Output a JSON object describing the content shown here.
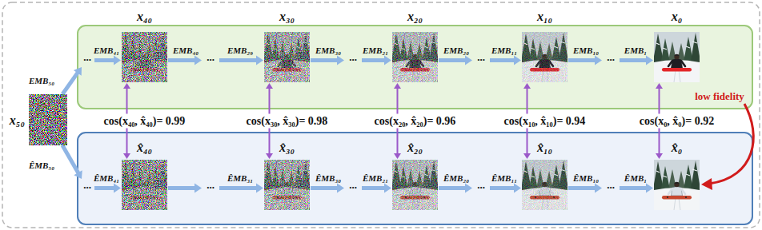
{
  "diagram": {
    "nodes": [
      {
        "text": [
          "x₅₀"
        ]
      },
      {
        "text": [
          "x₄₀"
        ]
      },
      {
        "text": [
          "x₃₀"
        ]
      },
      {
        "text": [
          "x₂₀"
        ]
      },
      {
        "text": [
          "x₁₀"
        ]
      },
      {
        "text": [
          "x₀"
        ]
      },
      {
        "text": [
          "x̂₄₀"
        ]
      },
      {
        "text": [
          "x̂₃₀"
        ]
      },
      {
        "text": [
          "x̂₂₀"
        ]
      },
      {
        "text": [
          "x̂₁₀"
        ]
      },
      {
        "text": [
          "x̂₀"
        ]
      }
    ],
    "edges": [
      {
        "from": 0,
        "to": 1,
        "arrow": "to"
      },
      {
        "from": 1,
        "to": 2,
        "arrow": "to"
      },
      {
        "from": 2,
        "to": 3,
        "arrow": "to"
      },
      {
        "from": 3,
        "to": 4,
        "arrow": "to"
      },
      {
        "from": 4,
        "to": 5,
        "arrow": "to"
      },
      {
        "from": 0,
        "to": 6,
        "arrow": "to"
      },
      {
        "from": 6,
        "to": 7,
        "arrow": "to"
      },
      {
        "from": 7,
        "to": 8,
        "arrow": "to"
      },
      {
        "from": 8,
        "to": 9,
        "arrow": "to"
      },
      {
        "from": 9,
        "to": 10,
        "arrow": "to"
      },
      {
        "from": 1,
        "to": 6,
        "arrow": "both",
        "label": "cos(x₄₀, x̂₄₀)= 0.99"
      },
      {
        "from": 2,
        "to": 7,
        "arrow": "both",
        "label": "cos(x₃₀, x̂₃₀)= 0.98"
      },
      {
        "from": 3,
        "to": 8,
        "arrow": "both",
        "label": "cos(x₂₀, x̂₂₀)= 0.96"
      },
      {
        "from": 4,
        "to": 9,
        "arrow": "both",
        "label": "cos(x₁₀, x̂₁₀)= 0.94"
      },
      {
        "from": 5,
        "to": 10,
        "arrow": "both",
        "label": "cos(x₀, x̂₀)= 0.92"
      }
    ],
    "labels": [
      "EMB₅₀",
      "...",
      "EMB₄₁",
      "EMB₄₀",
      "...",
      "EMB₂₉",
      "EMB₃₀",
      "...",
      "EMB₂₁",
      "EMB₂₀",
      "...",
      "EMB₁₁",
      "EMB₁₀",
      "...",
      "EMB₁",
      "low fidelity",
      "ÊMB₅₀",
      "...",
      "ÊMB₄₁",
      "...",
      "ÊMB₃₁",
      "ÊMB₃₀",
      "...",
      "ÊMB₂₁",
      "ÊMB₂₀",
      "...",
      "ÊMB₁₁",
      "ÊMB₁₀",
      "...",
      "ÊMB₁"
    ]
  }
}
